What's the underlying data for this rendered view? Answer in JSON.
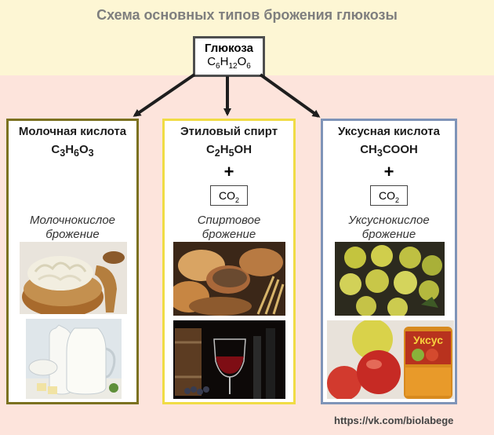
{
  "title": "Схема основных типов брожения глюкозы",
  "glucose": {
    "name": "Глюкоза",
    "formula": [
      "C",
      "6",
      "H",
      "12",
      "O",
      "6"
    ]
  },
  "columns": [
    {
      "product": "Молочная кислота",
      "formula": [
        "C",
        "3",
        "H",
        "6",
        "O",
        "3"
      ],
      "fermentation": [
        "Молочнокислое",
        "брожение"
      ]
    },
    {
      "product": "Этиловый спирт",
      "formula": [
        "C",
        "2",
        "H",
        "5",
        "OH",
        ""
      ],
      "plus": "+",
      "co2": [
        "CO",
        "2"
      ],
      "fermentation": [
        "Спиртовое",
        "брожение"
      ]
    },
    {
      "product": "Уксусная кислота",
      "formula": [
        "CH",
        "3",
        "COOH",
        ""
      ],
      "plus": "+",
      "co2": [
        "CO",
        "2"
      ],
      "fermentation": [
        "Уксуснокислое",
        "брожение"
      ]
    }
  ],
  "photos": {
    "sauerkraut": "sauerkraut-photo",
    "milk": "milk-photo",
    "bread": "bread-photo",
    "wine": "wine-photo",
    "pickled_apples": "pickled-apples-photo",
    "vinegar": "vinegar-photo",
    "vinegar_label": "Уксус"
  },
  "colors": {
    "lactic": "#7b7120",
    "ethanol": "#f0dc45",
    "acetic": "#7f94b8",
    "arrow": "#1e1e1e"
  },
  "credit": "https://vk.com/biolabege"
}
